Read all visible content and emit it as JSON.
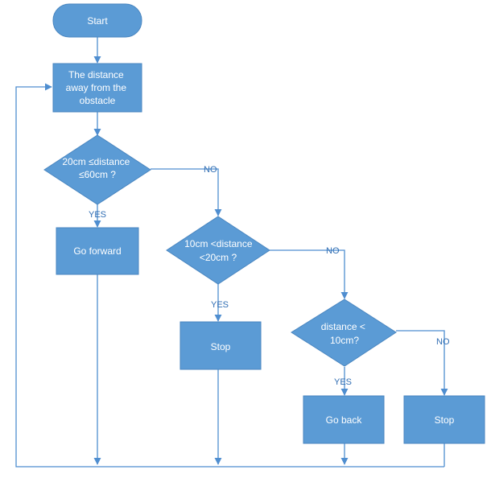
{
  "colors": {
    "node_fill": "#5b9bd5",
    "node_stroke": "#4a86c0",
    "edge": "#4f8ed0",
    "label_text": "#2f6db3",
    "node_text": "#ffffff"
  },
  "nodes": {
    "start": "Start",
    "measure": [
      "The distance",
      "away from the",
      "obstacle"
    ],
    "decision1": [
      "20cm ≤distance",
      "≤60cm ?"
    ],
    "forward": "Go forward",
    "decision2": [
      "10cm <distance",
      "<20cm ?"
    ],
    "stop1": "Stop",
    "decision3": [
      "distance <",
      "10cm?"
    ],
    "back": "Go back",
    "stop2": "Stop"
  },
  "edges": {
    "d1_yes": "YES",
    "d1_no": "NO",
    "d2_yes": "YES",
    "d2_no": "NO",
    "d3_yes": "YES",
    "d3_no": "NO"
  }
}
